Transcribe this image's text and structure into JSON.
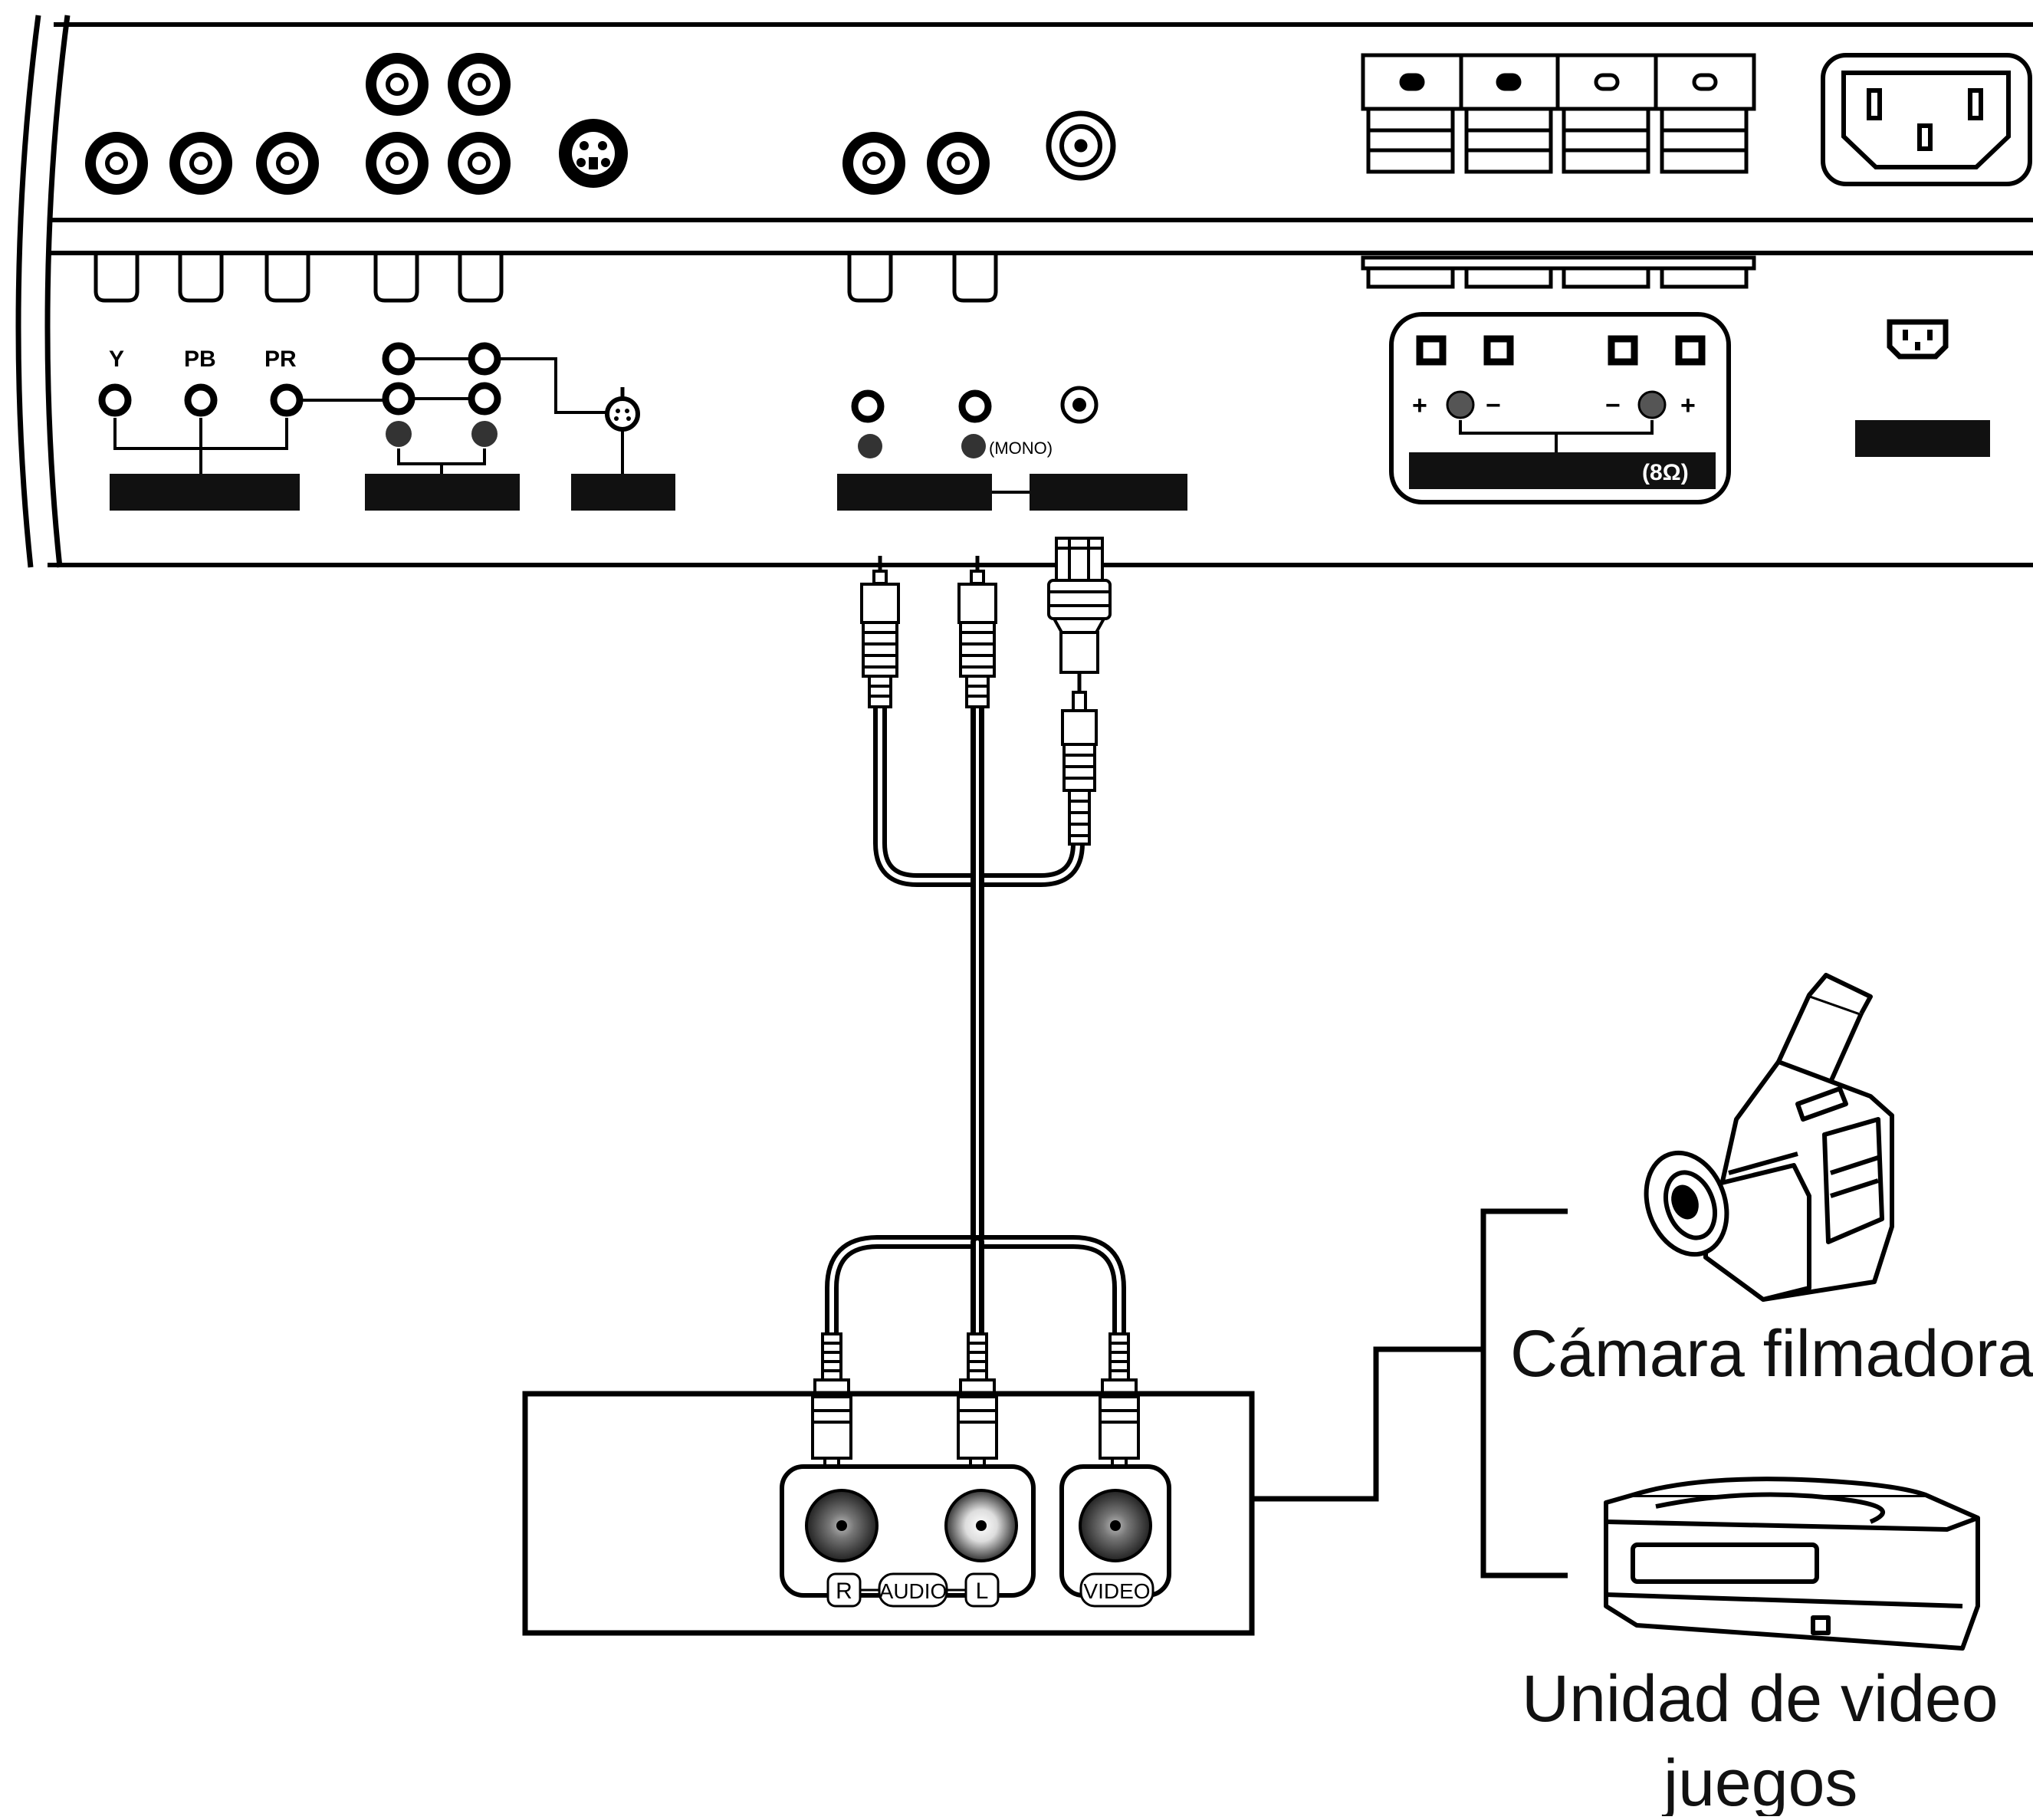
{
  "panel": {
    "component_labels": {
      "y": "Y",
      "pb": "PB",
      "pr": "PR"
    },
    "mono_label": "(MONO)",
    "ohm_label": "(8Ω)"
  },
  "device_jacks": {
    "r": "R",
    "audio": "AUDIO",
    "l": "L",
    "video": "VIDEO"
  },
  "devices": {
    "camcorder": "Cámara filmadora",
    "game_console_line1": "Unidad de video",
    "game_console_line2": "juegos"
  },
  "icons": [
    "camcorder-icon",
    "game-console-icon",
    "power-socket-icon",
    "s-video-jack-icon",
    "rca-plug-icon",
    "bnc-plug-icon"
  ]
}
